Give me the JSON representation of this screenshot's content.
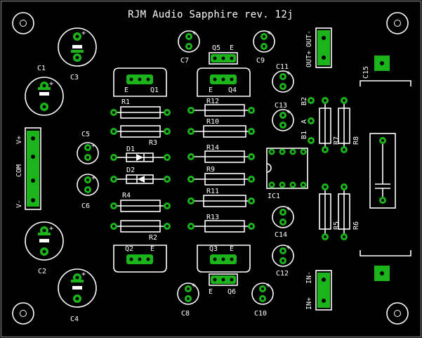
{
  "board": {
    "title": "RJM Audio Sapphire rev. 12j",
    "colors": {
      "background": "#000000",
      "silkscreen": "#ffffff",
      "copper": "#1bb51b",
      "drill": "#000000"
    }
  },
  "components": {
    "C1": "C1",
    "C2": "C2",
    "C3": "C3",
    "C4": "C4",
    "C5": "C5",
    "C6": "C6",
    "C7": "C7",
    "C8": "C8",
    "C9": "C9",
    "C10": "C10",
    "C11": "C11",
    "C12": "C12",
    "C13": "C13",
    "C14": "C14",
    "C15": "C15",
    "Q1": "Q1",
    "Q2": "Q2",
    "Q3": "Q3",
    "Q4": "Q4",
    "Q5": "Q5",
    "Q6": "Q6",
    "D1": "D1",
    "D2": "D2",
    "R1": "R1",
    "R2": "R2",
    "R3": "R3",
    "R4": "R4",
    "R5": "R5",
    "R6": "R6",
    "R7": "R7",
    "R8": "R8",
    "R9": "R9",
    "R10": "R10",
    "R11": "R11",
    "R12": "R12",
    "R13": "R13",
    "R14": "R14",
    "IC1": "IC1"
  },
  "pins": {
    "emitter": "E",
    "polarity": "+",
    "vplus": "V+",
    "com": "COM",
    "vminus": "V-",
    "outplus": "OUT+",
    "outminus": "OUT-",
    "inplus": "IN+",
    "inminus": "IN-",
    "b2": "B2",
    "b1": "B1",
    "a": "A"
  }
}
